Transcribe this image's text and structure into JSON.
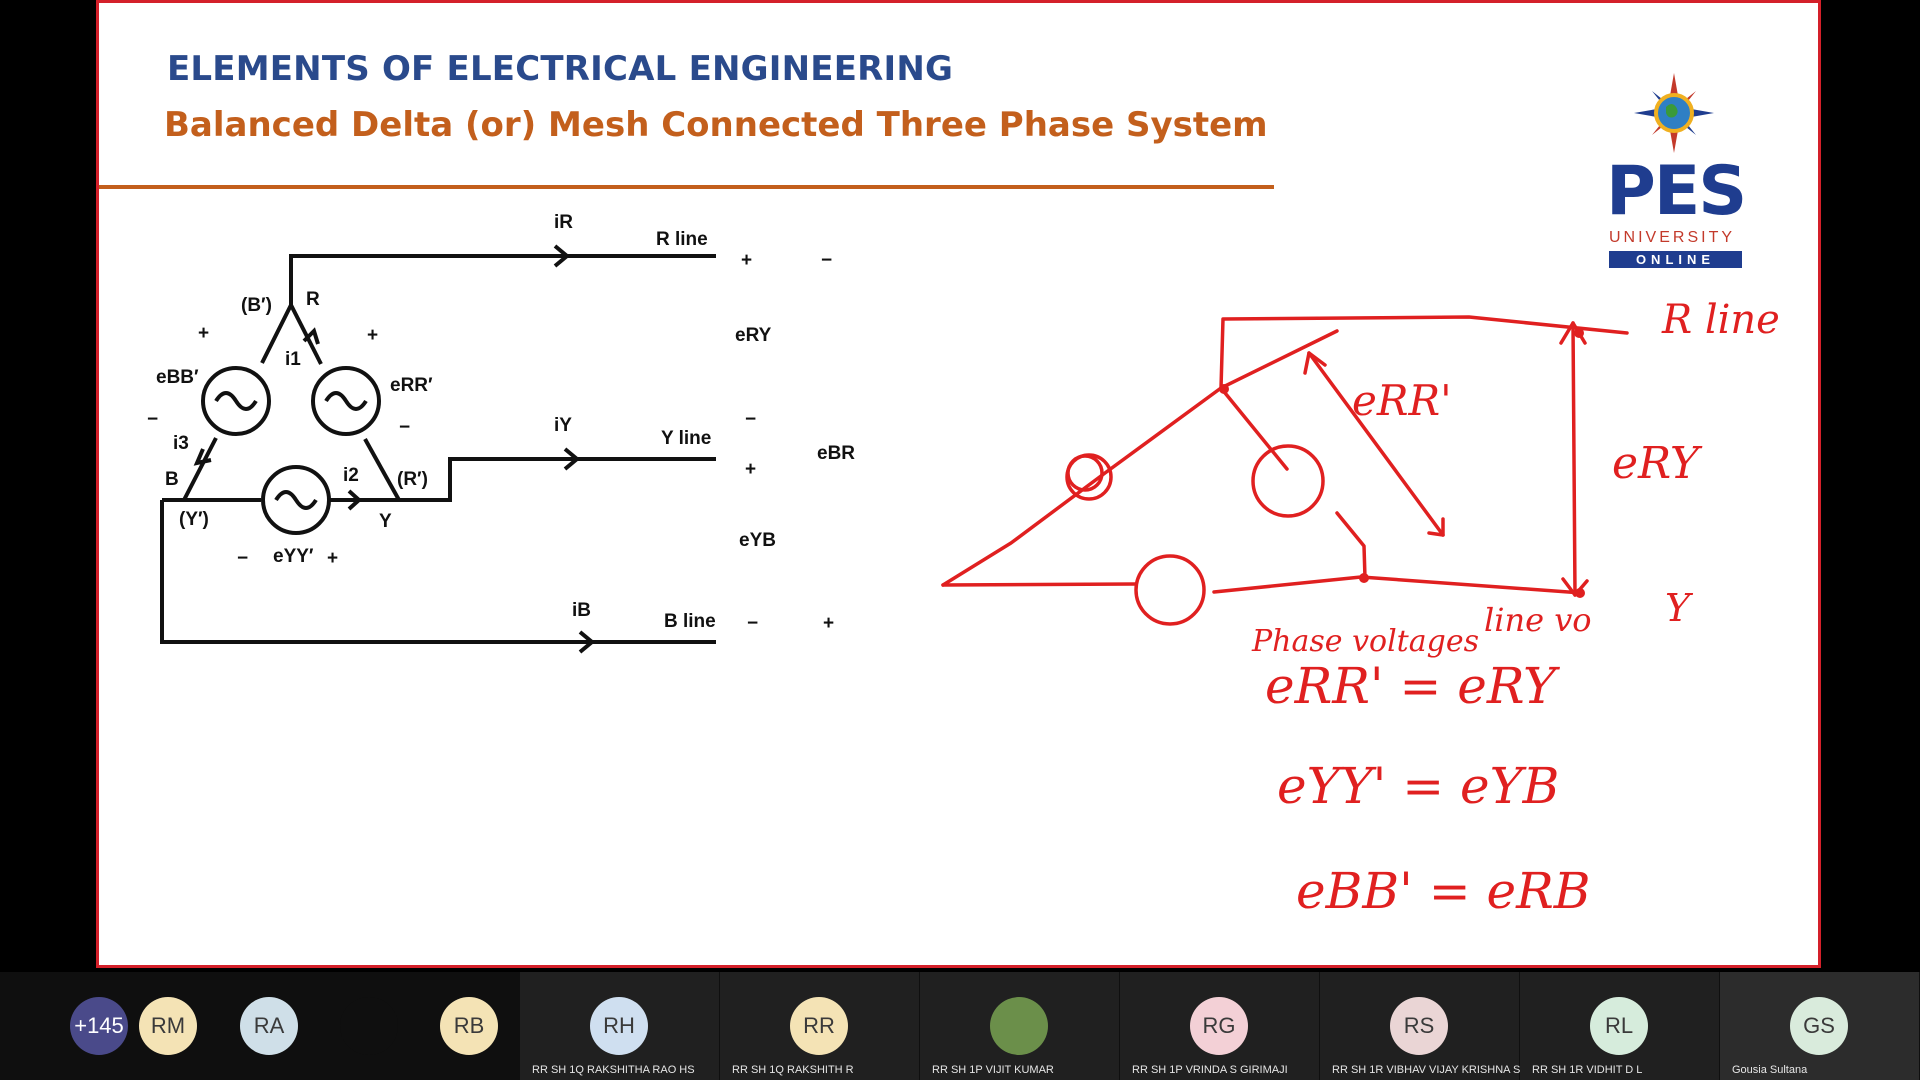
{
  "slide": {
    "title": "ELEMENTS OF ELECTRICAL ENGINEERING",
    "subtitle": "Balanced Delta (or) Mesh Connected Three Phase System",
    "logo": {
      "brand": "PES",
      "line1": "UNIVERSITY",
      "line2": "ONLINE"
    },
    "circuit_labels": {
      "iR": "iR",
      "r_line": "R line",
      "iY": "iY",
      "y_line": "Y line",
      "iB": "iB",
      "b_line": "B line",
      "bprime": "(B′)",
      "r_node": "R",
      "i1": "i1",
      "ebb": "eBB′",
      "err": "eRR′",
      "i3": "i3",
      "b_node": "B",
      "i2": "i2",
      "rprime": "(R′)",
      "yprime": "(Y′)",
      "y_node": "Y",
      "eyy": "eYY′",
      "ery": "eRY",
      "ebr": "eBR",
      "eyb": "eYB",
      "plus": "+",
      "minus": "−"
    },
    "handwritten": {
      "r_line": "R line",
      "err": "eRR'",
      "ery": "eRY",
      "y": "Y",
      "phase_voltages": "Phase voltages",
      "line_vo": "line vo",
      "eq1": "eRR' = eRY",
      "eq2": "eYY' = eYB",
      "eq3": "eBB' = eRB"
    },
    "ink_color": "#e02020"
  },
  "participants": [
    {
      "initials": "+145",
      "name": "",
      "color": "#4a4a8a"
    },
    {
      "initials": "RM",
      "name": "",
      "color": "#f4e3b5"
    },
    {
      "initials": "RA",
      "name": "",
      "color": "#cfdfe8"
    },
    {
      "initials": "",
      "name": "",
      "color": "#0f0f0f"
    },
    {
      "initials": "RB",
      "name": "",
      "color": "#f4e3b5"
    },
    {
      "initials": "RH",
      "name": "RR SH 1Q RAKSHITHA RAO HS",
      "color": "#cfdff0"
    },
    {
      "initials": "RR",
      "name": "RR SH 1Q RAKSHITH R",
      "color": "#f4e3b5"
    },
    {
      "initials": "",
      "name": "RR SH 1P VIJIT KUMAR",
      "color": "#6b8f4a"
    },
    {
      "initials": "RG",
      "name": "RR SH 1P VRINDA S GIRIMAJI",
      "color": "#f3d0d6"
    },
    {
      "initials": "RS",
      "name": "RR SH 1R VIBHAV VIJAY KRISHNA S...",
      "color": "#ead5d5"
    },
    {
      "initials": "RL",
      "name": "RR SH 1R VIDHIT D L",
      "color": "#d6ecdc"
    },
    {
      "initials": "GS",
      "name": "Gousia  Sultana",
      "color": "#d9ebdc"
    }
  ]
}
